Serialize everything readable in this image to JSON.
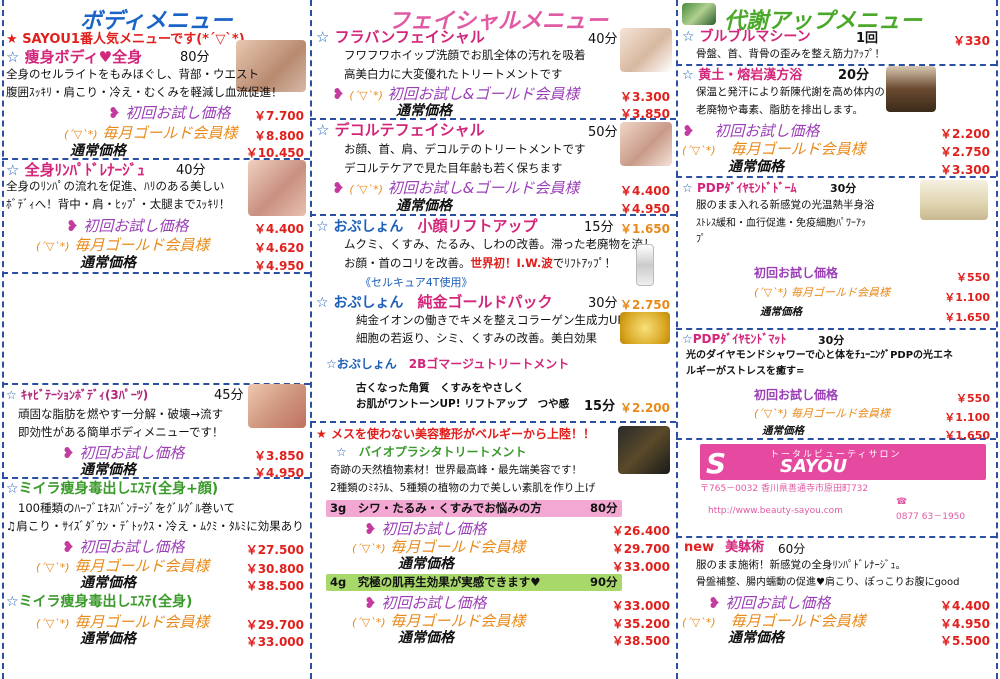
{
  "col1": {
    "header": "ボディメニュー",
    "sayou_title": "SAYOU1番人気メニューです(*´▽`*)",
    "slim": {
      "title": "痩身ボディ♥全身",
      "duration": "80分",
      "desc1": "全身のセルライトをもみほぐし、背部・ウエスト",
      "desc2": "腹囲ｽｯｷﾘ・肩こり・冷え・むくみを軽減し血流促進！",
      "trial": "初回お試し価格",
      "trial_price": "￥7.700",
      "gold_face": "(´▽`*)",
      "gold": "毎月ゴールド会員様",
      "gold_price": "￥8.800",
      "normal": "通常価格",
      "normal_price": "￥10.450"
    },
    "lymph": {
      "title": "全身ﾘﾝﾊﾟﾄﾞﾚﾅｰｼﾞｭ",
      "duration": "40分",
      "desc1": "全身のﾘﾝﾊﾟの流れを促進、ﾊﾘのある美しい",
      "desc2": "ﾎﾞﾃﾞｨへ！背中・肩・ﾋｯﾌﾟ・太腿までｽｯｷﾘ！",
      "trial": "初回お試し価格",
      "trial_price": "￥4.400",
      "gold_face": "(´▽`*)",
      "gold": "毎月ゴールド会員様",
      "gold_price": "￥4.620",
      "normal": "通常価格",
      "normal_price": "￥4.950"
    },
    "cavi": {
      "title": "ｷｬﾋﾞﾃｰｼｮﾝﾎﾞﾃﾞｨ(3ﾊﾟｰﾂ)",
      "duration": "45分",
      "desc1": "頑固な脂肪を燃やす一分解・破壊→流す",
      "desc2": "即効性がある簡単ボディメニューです！",
      "trial": "初回お試し価格",
      "trial_price": "￥3.850",
      "normal": "通常価格",
      "normal_price": "￥4.950"
    },
    "mummy1": {
      "title": "ミイラ痩身毒出しｴｽﾃ(全身+顔)",
      "desc1": "100種類のﾊｰﾌﾞｴｷｽﾊﾞﾝﾃｰｼﾞをｸﾞﾙｸﾞﾙ巻いて",
      "desc2": "♫肩こり・ｻｲｽﾞﾀﾞｳﾝ・ﾃﾞﾄｯｸｽ・冷え・ﾑｸﾐ・ﾀﾙﾐに効果あり",
      "trial": "初回お試し価格",
      "trial_price": "￥27.500",
      "gold_face": "(´▽`*)",
      "gold": "毎月ゴールド会員様",
      "gold_price": "￥30.800",
      "normal": "通常価格",
      "normal_price": "￥38.500"
    },
    "mummy2": {
      "title": "ミイラ痩身毒出しｴｽﾃ(全身)",
      "gold_face": "(´▽`*)",
      "gold": "毎月ゴールド会員様",
      "gold_price": "￥29.700",
      "normal": "通常価格",
      "normal_price": "￥33.000"
    }
  },
  "col2": {
    "header": "フェイシャルメニュー",
    "flubber": {
      "title": "フラバンフェイシャル",
      "duration": "40分",
      "desc1": "フワフワホイップ洗顔でお肌全体の汚れを吸着",
      "desc2": "高美白力に大変優れたトリートメントです",
      "face": "(´▽`*)",
      "trial": "初回お試し&ゴールド会員様",
      "trial_price": "￥3.300",
      "normal": "通常価格",
      "normal_price": "￥3.850"
    },
    "decollete": {
      "title": "デコルテフェイシャル",
      "duration": "50分",
      "desc1": "お顔、首、肩、デコルテのトリートメントです",
      "desc2": "デコルテケアで見た目年齢も若く保ちます",
      "face": "(´▽`*)",
      "trial": "初回お試し&ゴールド会員様",
      "trial_price": "￥4.400",
      "normal": "通常価格",
      "normal_price": "￥4.950"
    },
    "lift": {
      "brand": "おぷしょん",
      "title": "小顔リフトアップ",
      "duration": "15分",
      "price": "￥1.650",
      "desc1": "ムクミ、くすみ、たるみ、しわの改善。滞った老廃物を流し",
      "desc2a": "お顔・首のコリを改善。",
      "desc2b": "世界初！I.W.波",
      "desc2c": "でﾘﾌﾄｱｯﾌﾟ！",
      "note": "《セルキュア4T使用》"
    },
    "gold": {
      "brand": "おぷしょん",
      "title": "純金ゴールドパック",
      "duration": "30分",
      "price": "￥2.750",
      "desc1": "純金イオンの働きでキメを整えコラーゲン生成力UP!",
      "desc2": "細胞の若返り、シミ、くすみの改善。美白効果"
    },
    "gomage": {
      "brand": "おぷしょん",
      "title": "2Bゴマージュトリートメント",
      "desc1": "古くなった角質　くすみをやさしく",
      "desc2": "お肌がワントーンUP! リフトアップ　つや感",
      "duration": "15分",
      "price": "￥2.200"
    },
    "belgium": {
      "title": "メスを使わない美容整形がベルギーから上陸！！",
      "sub": "バイオプラシタトリートメント",
      "desc1": "奇跡の天然植物素材！世界最高峰・最先端美容です！",
      "desc2": "2種類のﾐﾈﾗﾙ、5種類の植物の力で美しい素肌を作り上げ"
    },
    "band3": {
      "label": "3g　シワ・たるみ・くすみでお悩みの方",
      "duration": "80分",
      "trial": "初回お試し価格",
      "trial_price": "￥26.400",
      "gold_face": "(´▽`*)",
      "gold": "毎月ゴールド会員様",
      "gold_price": "￥29.700",
      "normal": "通常価格",
      "normal_price": "￥33.000"
    },
    "band4": {
      "label": "4g　究極の肌再生効果が実感できます♥",
      "duration": "90分",
      "trial": "初回お試し価格",
      "trial_price": "￥33.000",
      "gold_face": "(´▽`*)",
      "gold": "毎月ゴールド会員様",
      "gold_price": "￥35.200",
      "normal": "通常価格",
      "normal_price": "￥38.500"
    }
  },
  "col3": {
    "header": "代謝アップメニュー",
    "burble": {
      "title": "ブルブルマシーン",
      "duration": "1回",
      "price": "￥330",
      "desc": "骨盤、首、背骨の歪みを整え筋力ｱｯﾌﾟ！"
    },
    "kampo": {
      "title": "黄土・熔岩漢方浴",
      "duration": "20分",
      "desc1": "保温と発汗により新陳代謝を高め体内の",
      "desc2": "老廃物や毒素、脂肪を排出します。",
      "trial": "初回お試し価格",
      "trial_price": "￥2.200",
      "gold_face": "(´▽`*)",
      "gold": "毎月ゴールド会員様",
      "gold_price": "￥2.750",
      "normal": "通常価格",
      "normal_price": "￥3.300"
    },
    "dome": {
      "title": "PDPﾀﾞｲﾔﾓﾝﾄﾞﾄﾞｰﾑ",
      "duration": "30分",
      "desc1": "服のまま入れる新感覚の光温熱半身浴",
      "desc2": "ｽﾄﾚｽ緩和・血行促進・免疫細胞ﾊﾟﾜｰｱｯ",
      "desc3": "ﾌﾟ",
      "trial": "初回お試し価格",
      "trial_price": "￥550",
      "gold": "(´▽`*) 毎月ゴールド会員様",
      "gold_price": "￥1.100",
      "normal": "通常価格",
      "normal_price": "￥1.650"
    },
    "mat": {
      "title": "PDPﾀﾞｲﾔﾓﾝﾄﾞﾏｯﾄ",
      "duration": "30分",
      "desc1": "光のダイヤモンドシャワーで心と体をﾁｭｰﾆﾝｸﾞPDPの光エネ",
      "desc2": "ルギーがストレスを癒す=",
      "trial": "初回お試し価格",
      "trial_price": "￥550",
      "gold": "(´▽`*) 毎月ゴールド会員様",
      "gold_price": "￥1.100",
      "normal": "通常価格",
      "normal_price": "￥1.650"
    },
    "salon": {
      "sub": "トータルビューティサロン",
      "name": "SAYOU",
      "address": "〒765－0032 香川県善通寺市原田町732",
      "url": "http://www.beauty-sayou.com",
      "tel": "0877 63－1950"
    },
    "bijutsu": {
      "new": "new",
      "title": "美躰術",
      "duration": "60分",
      "desc1": "服のまま施術！新感覚の全身ﾘﾝﾊﾟﾄﾞﾚﾅｰｼﾞｭ。",
      "desc2": "骨盤補整、腸内蠕動の促進♥肩こり、ぽっこりお腹にgood",
      "trial": "初回お試し価格",
      "trial_price": "￥4.400",
      "gold_face": "(´▽`*)",
      "gold": "毎月ゴールド会員様",
      "gold_price": "￥4.950",
      "normal": "通常価格",
      "normal_price": "￥5.500"
    }
  }
}
